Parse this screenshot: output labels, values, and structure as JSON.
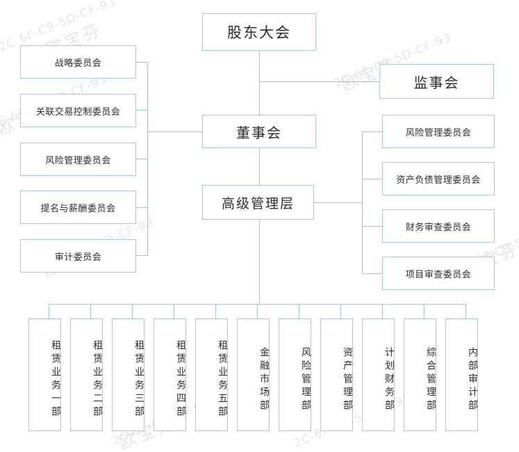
{
  "diagram": {
    "title": "股东大会组织架构图",
    "line_color": "#9dc3e6",
    "border_color": "#a5c6e3",
    "background": "#ffffff",
    "text_color": "#2b2b2b"
  },
  "watermark": {
    "brand": "欧宝芬",
    "code": "2C-6F-C9-5D-CF-93",
    "color": "#e4e7ea"
  },
  "nodes": {
    "shareholders_meeting": "股东大会",
    "board_of_directors": "董事会",
    "senior_management": "高级管理层",
    "supervisory_board": "监事会"
  },
  "board_committees": [
    {
      "label": "战略委员会"
    },
    {
      "label": "关联交易控制委员会"
    },
    {
      "label": "风险管理委员会"
    },
    {
      "label": "提名与薪酬委员会"
    },
    {
      "label": "审计委员会"
    }
  ],
  "management_committees": [
    {
      "label": "风险管理委员会"
    },
    {
      "label": "资产负债管理委员会"
    },
    {
      "label": "财务审查委员会"
    },
    {
      "label": "项目审查委员会"
    }
  ],
  "departments": [
    {
      "label": "租赁业务一部"
    },
    {
      "label": "租赁业务二部"
    },
    {
      "label": "租赁业务三部"
    },
    {
      "label": "租赁业务四部"
    },
    {
      "label": "租赁业务五部"
    },
    {
      "label": "金融市场部"
    },
    {
      "label": "风险管理部"
    },
    {
      "label": "资产管理部"
    },
    {
      "label": "计划财务部"
    },
    {
      "label": "综合管理部"
    },
    {
      "label": "内部审计部"
    }
  ]
}
